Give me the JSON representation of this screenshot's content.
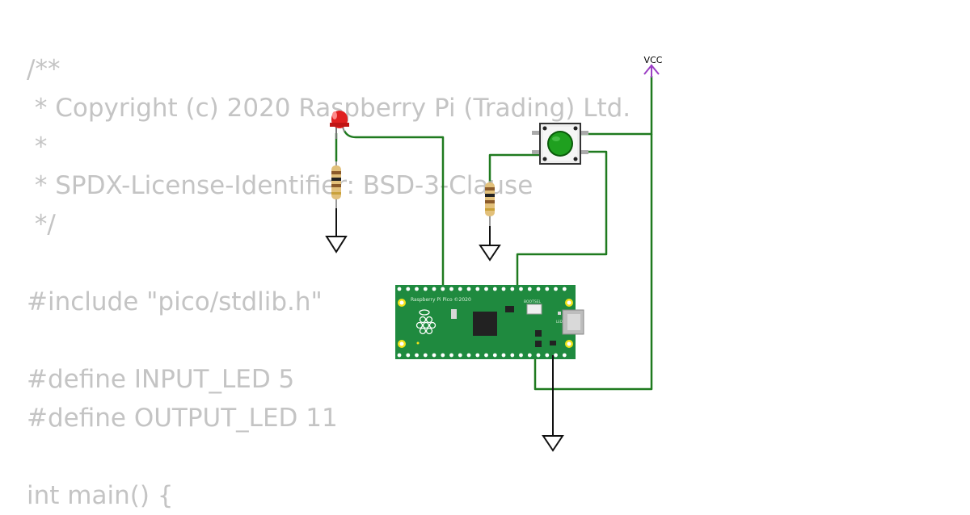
{
  "code_lines": [
    "/**",
    " * Copyright (c) 2020 Raspberry Pi (Trading) Ltd.",
    " *",
    " * SPDX-License-Identifier: BSD-3-Clause",
    " */",
    "",
    "#include \"pico/stdlib.h\"",
    "",
    "#define INPUT_LED 5",
    "#define OUTPUT_LED 11",
    "",
    "int main() {"
  ],
  "vcc_label": "VCC",
  "board": {
    "silkscreen": "Raspberry Pi Pico ©2020",
    "bootsel": "BOOTSEL",
    "led_label": "LED"
  },
  "colors": {
    "wire": "#1f7a1f",
    "pcb": "#1f8a3f",
    "vcc": "#9b3fc4",
    "led": "#e02020",
    "button": "#1fa01f",
    "code_text": "#c4c4c4"
  }
}
